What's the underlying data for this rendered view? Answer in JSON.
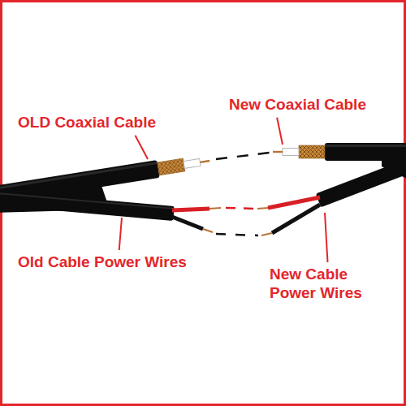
{
  "diagram": {
    "labels": [
      "OLD Coaxial Cable",
      "New Coaxial Cable",
      "Old Cable Power Wires",
      "New Cable Power Wires"
    ]
  }
}
